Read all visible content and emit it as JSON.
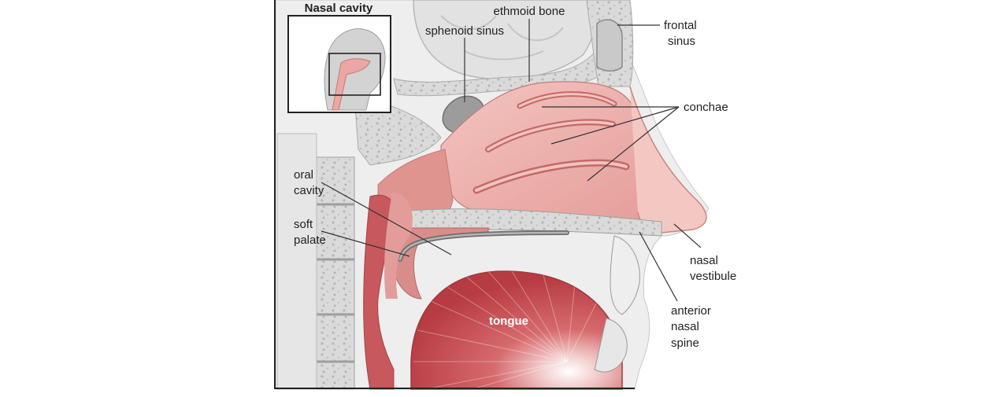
{
  "inset": {
    "title": "Nasal cavity"
  },
  "labels": {
    "ethmoid_bone": "ethmoid bone",
    "sphenoid_sinus": "sphenoid sinus",
    "frontal_sinus": [
      "frontal",
      "sinus"
    ],
    "conchae": "conchae",
    "oral_cavity": [
      "oral",
      "cavity"
    ],
    "soft_palate": [
      "soft",
      "palate"
    ],
    "tongue": "tongue",
    "nasal_vestibule": [
      "nasal",
      "vestibule"
    ],
    "anterior_nasal_spine": [
      "anterior",
      "nasal",
      "spine"
    ]
  },
  "colors": {
    "mucosa": "#e7a8a4",
    "mucosa_dark": "#c9625f",
    "tongue": "#c44b4f",
    "bone": "#d9d9d9",
    "bone_speckle": "#bdbdbd",
    "soft_tissue": "#ebebeb",
    "outline": "#333333"
  }
}
